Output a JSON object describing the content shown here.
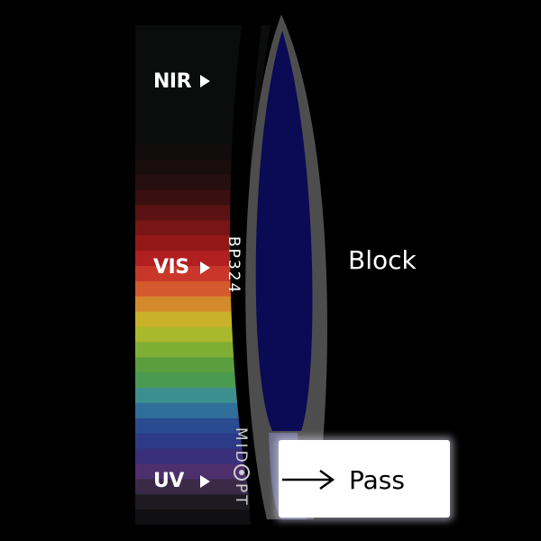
{
  "bands": {
    "nir": "NIR",
    "vis": "VIS",
    "uv": "UV"
  },
  "filter": {
    "model": "BP324",
    "brand_prefix": "MID",
    "brand_suffix": "PT"
  },
  "regions": {
    "block": "Block",
    "pass": "Pass"
  },
  "colors": {
    "lens_fill": "#0a0a55",
    "lens_rim": "#4d4d4d",
    "background": "#000000",
    "pass_box": "#ffffff"
  },
  "spectrum_colors": [
    "#0b0c0c",
    "#110d0d",
    "#1a0d0d",
    "#250e0e",
    "#3a0f0f",
    "#5a1212",
    "#7a1515",
    "#951818",
    "#b21f21",
    "#c8372a",
    "#d45a2d",
    "#d48a2c",
    "#c9b12a",
    "#aab82c",
    "#7fae35",
    "#5a9e3e",
    "#4a9a52",
    "#3b8f8f",
    "#2f6f9a",
    "#2b4b90",
    "#2c3a88",
    "#3a2f7a",
    "#4d2f6e",
    "#3a2a48",
    "#1e1a22",
    "#101012"
  ]
}
